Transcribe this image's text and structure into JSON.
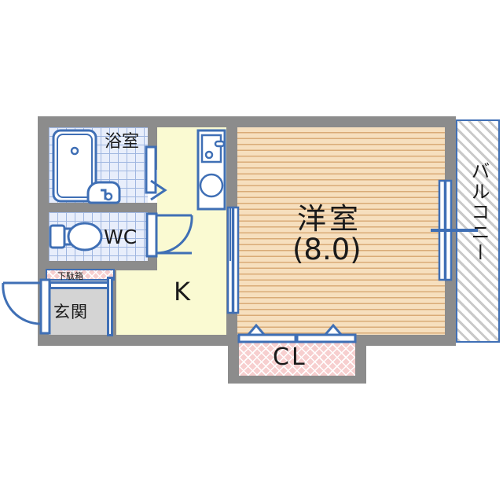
{
  "plan": {
    "title": "Japanese apartment floor plan (1K)",
    "unit_type": "1K",
    "rooms": [
      {
        "id": "yoshitsu",
        "label": "洋室",
        "area_label": "(8.0)",
        "area_jo": 8.0,
        "floor": "wood"
      },
      {
        "id": "kitchen",
        "label": "K",
        "floor": "vinyl"
      },
      {
        "id": "closet",
        "label": "CL",
        "floor": "closet"
      },
      {
        "id": "wc",
        "label": "WC",
        "floor": "tile"
      },
      {
        "id": "bath",
        "label": "浴室",
        "floor": "tile"
      },
      {
        "id": "genkan",
        "label": "玄関",
        "floor": "concrete"
      },
      {
        "id": "getabako",
        "label": "下駄箱",
        "floor": "cabinet"
      },
      {
        "id": "balcony",
        "label": "バルコニー",
        "floor": "hatch"
      }
    ],
    "labels": {
      "yoshitsu": "洋室",
      "yoshitsu_area": "(8.0)",
      "kitchen": "K",
      "closet": "CL",
      "wc": "WC",
      "bath": "浴室",
      "genkan": "玄関",
      "getabako": "下駄箱",
      "balcony": "バルコニー"
    },
    "fixtures": [
      {
        "id": "bathtub",
        "name": "bathtub"
      },
      {
        "id": "washbasin",
        "name": "wash-basin"
      },
      {
        "id": "toilet",
        "name": "toilet"
      },
      {
        "id": "kitchen-sink",
        "name": "kitchen-sink"
      },
      {
        "id": "stove-burner",
        "name": "stove-burner"
      }
    ],
    "doors": [
      {
        "id": "entrance-door",
        "type": "swing",
        "swing": "out-left"
      },
      {
        "id": "wc-door",
        "type": "swing",
        "swing": "in-right"
      },
      {
        "id": "bath-door",
        "type": "folding"
      },
      {
        "id": "room-door",
        "type": "sliding",
        "panels": 2
      },
      {
        "id": "closet-doors",
        "type": "sliding",
        "panels": 2
      },
      {
        "id": "balcony-window",
        "type": "sliding",
        "panels": 2
      }
    ],
    "colors": {
      "wall": "#8c8c8c",
      "line": "#3f6fb5",
      "wood_floor": "#f6dfbe",
      "kitchen_floor": "#fafad2",
      "tile": "#e8eefb",
      "closet": "#f7cfcf",
      "genkan": "#d4d4d4",
      "balcony_hatch": "#c9c9c9",
      "text": "#1a1a1a",
      "background": "#ffffff"
    }
  }
}
